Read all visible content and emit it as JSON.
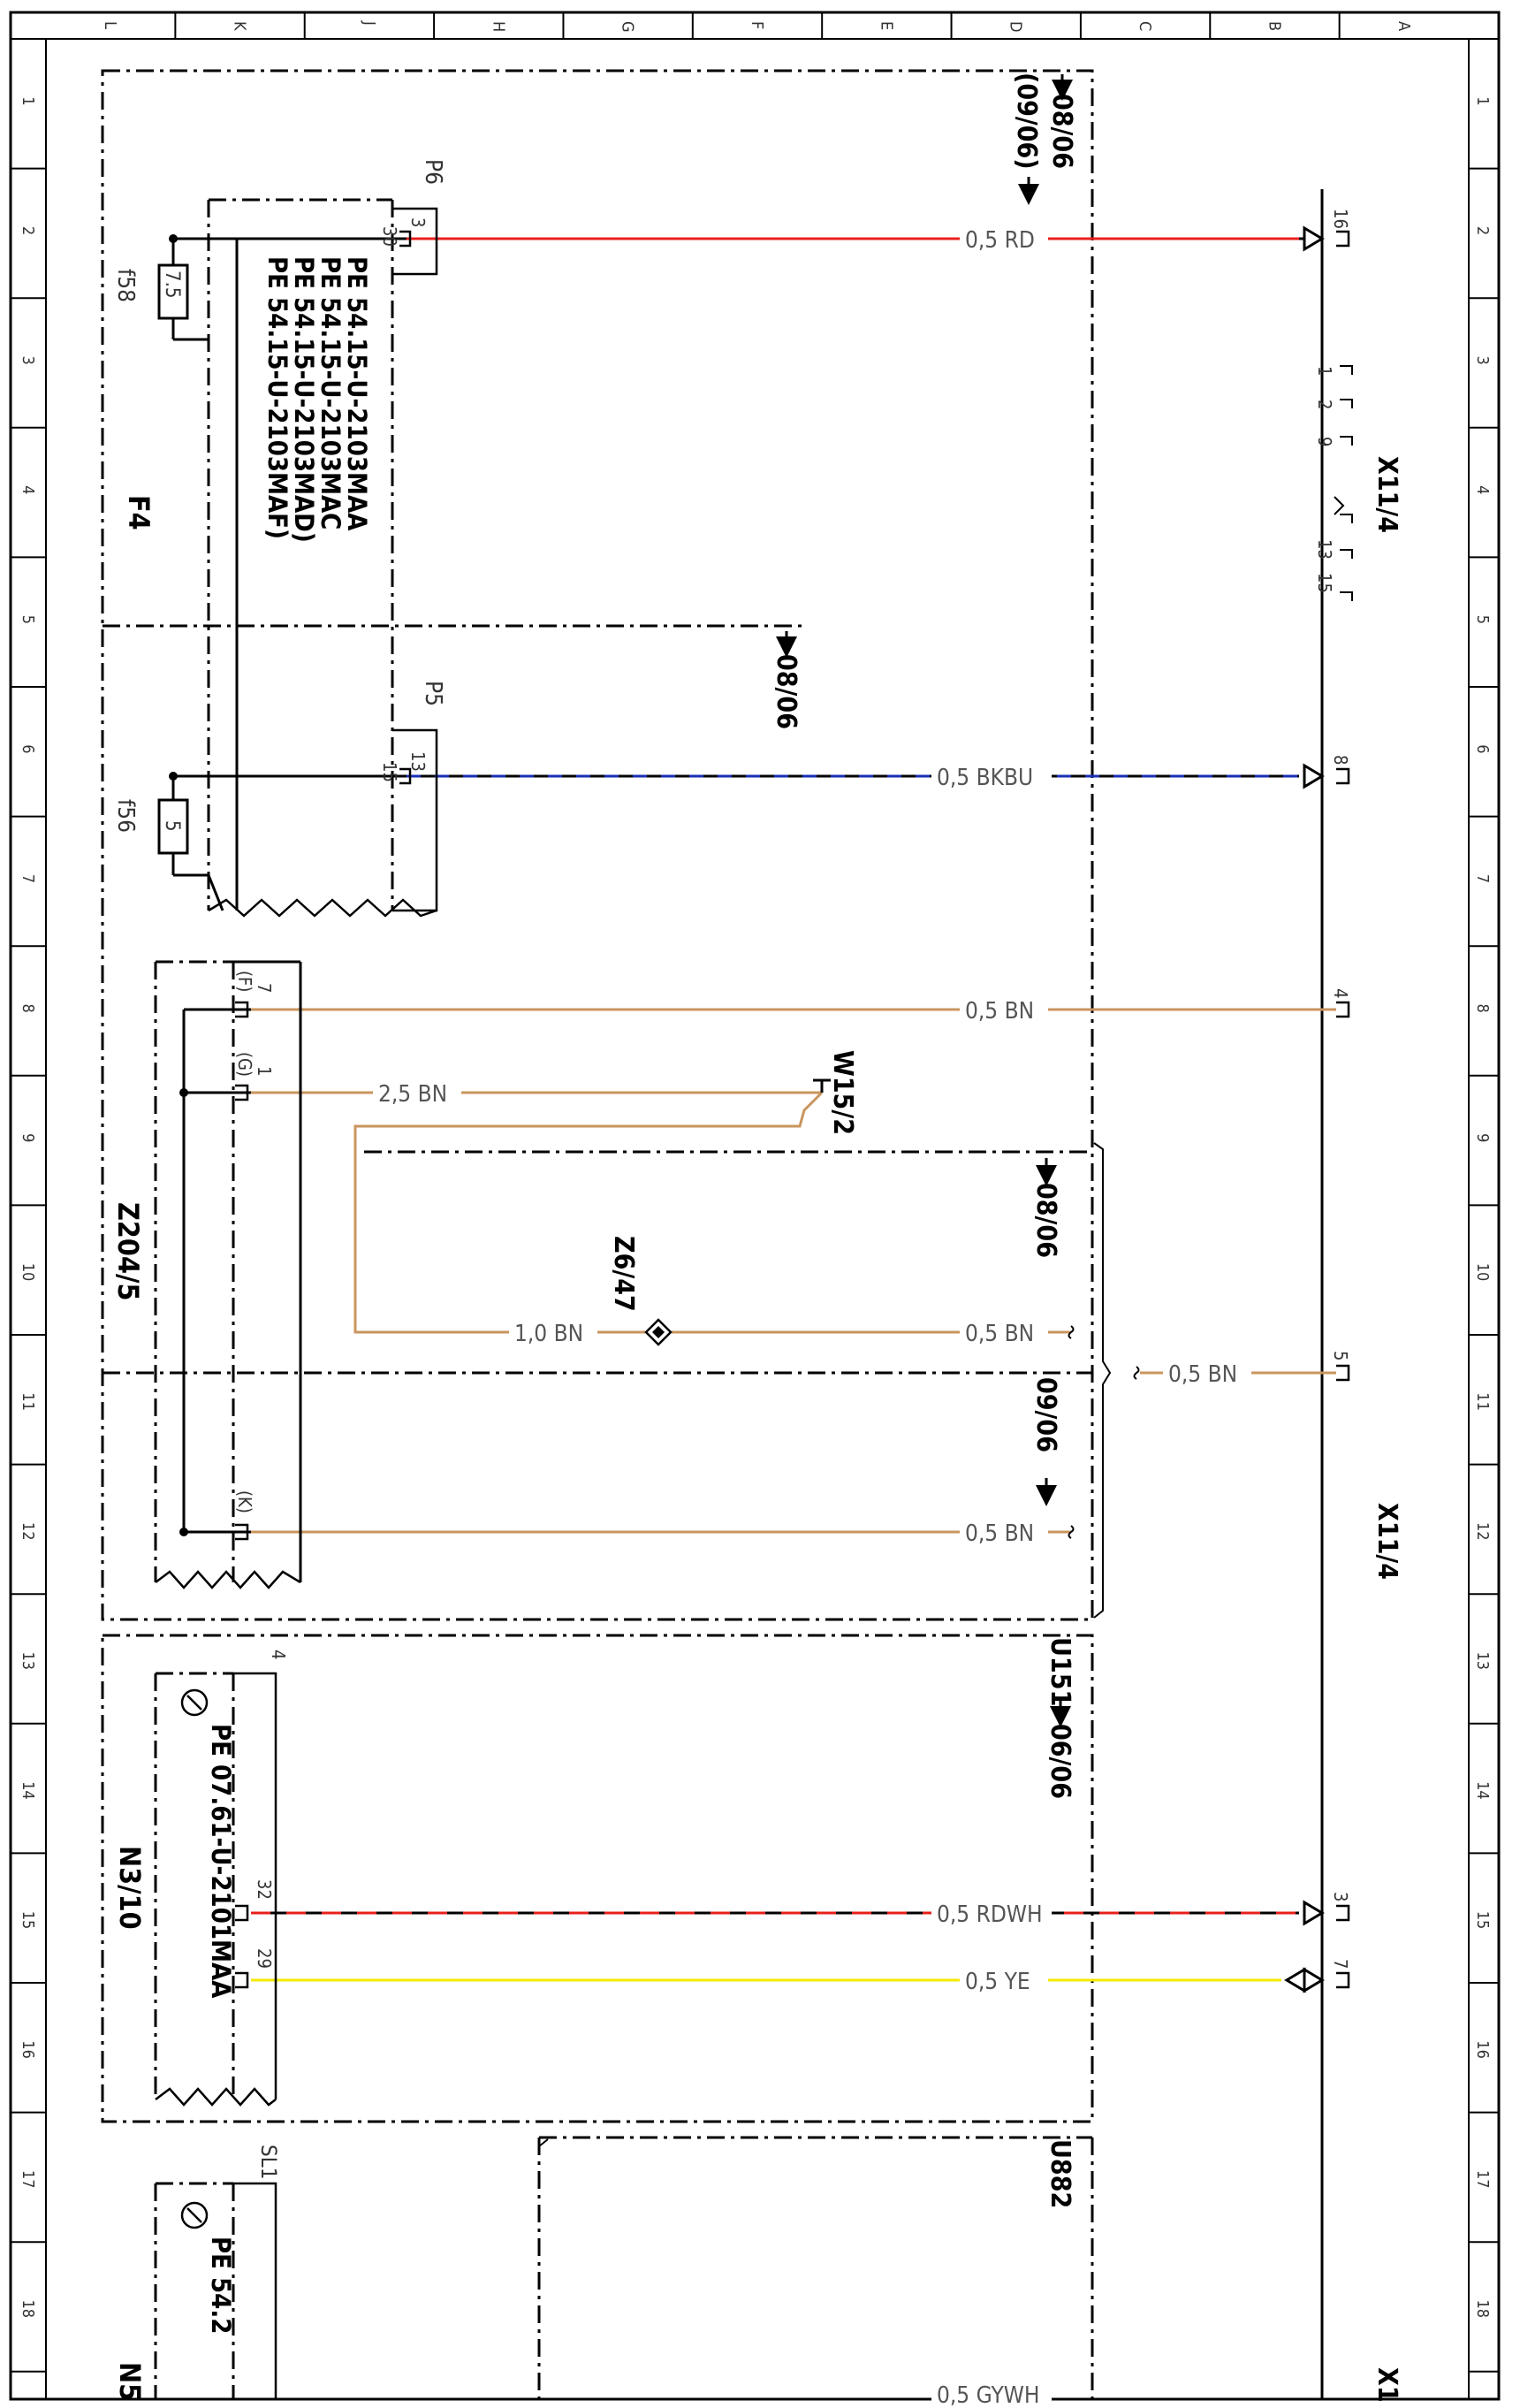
{
  "frame": {
    "rows": [
      "L",
      "K",
      "J",
      "H",
      "G",
      "F",
      "E",
      "D",
      "C",
      "B",
      "A"
    ],
    "cols": [
      "1",
      "2",
      "3",
      "4",
      "5",
      "6",
      "7",
      "8",
      "9",
      "10",
      "11",
      "12",
      "13",
      "14",
      "15",
      "16",
      "17",
      "18"
    ]
  },
  "connectors": {
    "x11_4_top": "X11/4",
    "x11_4_bottom": "X11/4",
    "x1_cut": "X1",
    "pins_top": [
      "1",
      "2",
      "9",
      "13",
      "15"
    ]
  },
  "refs": {
    "ref_0806_a": "08/06",
    "ref_0906_a": "(09/06)",
    "ref_0806_b": "08/06",
    "ref_0806_c": "08/06",
    "ref_0906_b": "09/06",
    "ref_0606": "06/06"
  },
  "components": {
    "f4": "F4",
    "f58": "f58",
    "f58_val": "7.5",
    "f56": "f56",
    "f56_val": "5",
    "p6": "P6",
    "p5": "P5",
    "z204_5": "Z204/5",
    "w15_2": "W15/2",
    "z6_47": "Z6/47",
    "n3_10": "N3/10",
    "u151": "U151",
    "u882": "U882",
    "sl1": "SL1",
    "n_cut": "N5"
  },
  "pe_refs": {
    "f4_1": "PE 54.15-U-2103MAA",
    "f4_2": "PE 54.15-U-2103MAC",
    "f4_3": "PE 54.15-U-2103MAD)",
    "f4_4": "PE 54.15-U-2103MAF)",
    "n3_10": "PE 07.61-U-2101MAA",
    "n_cut": "PE 54.2"
  },
  "pins": {
    "p6_30": "30",
    "p6_3": "3",
    "p5_15": "15",
    "p5_13": "13",
    "z_7": "7",
    "z_F": "(F)",
    "z_1": "1",
    "z_G": "(G)",
    "z_K": "(K)",
    "n3_4": "4",
    "n3_32": "32",
    "n3_29": "29",
    "x_16": "16",
    "x_8": "8",
    "x_4": "4",
    "x_5": "5",
    "x_3": "3",
    "x_7": "7"
  },
  "wires": {
    "rd": "0,5 RD",
    "bkbu": "0,5 BKBU",
    "bn_8": "0,5 BN",
    "bn_25": "2,5 BN",
    "bn_10": "1,0 BN",
    "bn_mid": "0,5 BN",
    "bn_right": "0,5 BN",
    "bn_12": "0,5 BN",
    "rdwh": "0,5 RDWH",
    "ye": "0,5 YE",
    "gywh": "0,5 GYWH"
  },
  "colors": {
    "red": "#e8201c",
    "blue": "#1a2fb5",
    "brown": "#c9955e",
    "yellow": "#f5ea00",
    "ink": "#000000",
    "label": "#4a4a4a"
  }
}
